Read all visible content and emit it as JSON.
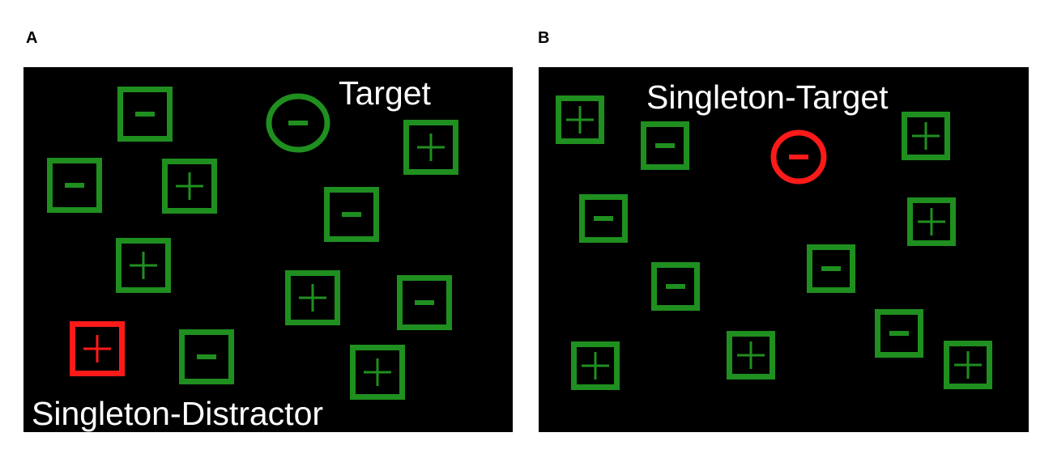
{
  "panels": [
    {
      "id": "a",
      "letter": "A",
      "labels": {
        "target": "Target",
        "singleton_distractor": "Singleton-Distractor"
      },
      "colors": {
        "background": "#000000",
        "item": "#1f8f1f",
        "singleton": "#ff1a1a",
        "text": "#ffffff"
      },
      "items": [
        {
          "shape": "square",
          "sign": "minus",
          "color": "green"
        },
        {
          "shape": "circle",
          "sign": "minus",
          "color": "green",
          "role": "target"
        },
        {
          "shape": "square",
          "sign": "minus",
          "color": "green"
        },
        {
          "shape": "square",
          "sign": "plus",
          "color": "green"
        },
        {
          "shape": "square",
          "sign": "plus",
          "color": "green"
        },
        {
          "shape": "square",
          "sign": "minus",
          "color": "green"
        },
        {
          "shape": "square",
          "sign": "plus",
          "color": "green"
        },
        {
          "shape": "square",
          "sign": "plus",
          "color": "green"
        },
        {
          "shape": "square",
          "sign": "minus",
          "color": "green"
        },
        {
          "shape": "square",
          "sign": "plus",
          "color": "red",
          "role": "singleton-distractor"
        },
        {
          "shape": "square",
          "sign": "minus",
          "color": "green"
        },
        {
          "shape": "square",
          "sign": "plus",
          "color": "green"
        }
      ]
    },
    {
      "id": "b",
      "letter": "B",
      "labels": {
        "singleton_target": "Singleton-Target"
      },
      "colors": {
        "background": "#000000",
        "item": "#1f8f1f",
        "singleton": "#ff1a1a",
        "text": "#ffffff"
      },
      "items": [
        {
          "shape": "square",
          "sign": "plus",
          "color": "green"
        },
        {
          "shape": "square",
          "sign": "minus",
          "color": "green"
        },
        {
          "shape": "circle",
          "sign": "minus",
          "color": "red",
          "role": "singleton-target"
        },
        {
          "shape": "square",
          "sign": "plus",
          "color": "green"
        },
        {
          "shape": "square",
          "sign": "minus",
          "color": "green"
        },
        {
          "shape": "square",
          "sign": "plus",
          "color": "green"
        },
        {
          "shape": "square",
          "sign": "minus",
          "color": "green"
        },
        {
          "shape": "square",
          "sign": "minus",
          "color": "green"
        },
        {
          "shape": "square",
          "sign": "minus",
          "color": "green"
        },
        {
          "shape": "square",
          "sign": "plus",
          "color": "green"
        },
        {
          "shape": "square",
          "sign": "plus",
          "color": "green"
        },
        {
          "shape": "square",
          "sign": "plus",
          "color": "green"
        }
      ]
    }
  ]
}
